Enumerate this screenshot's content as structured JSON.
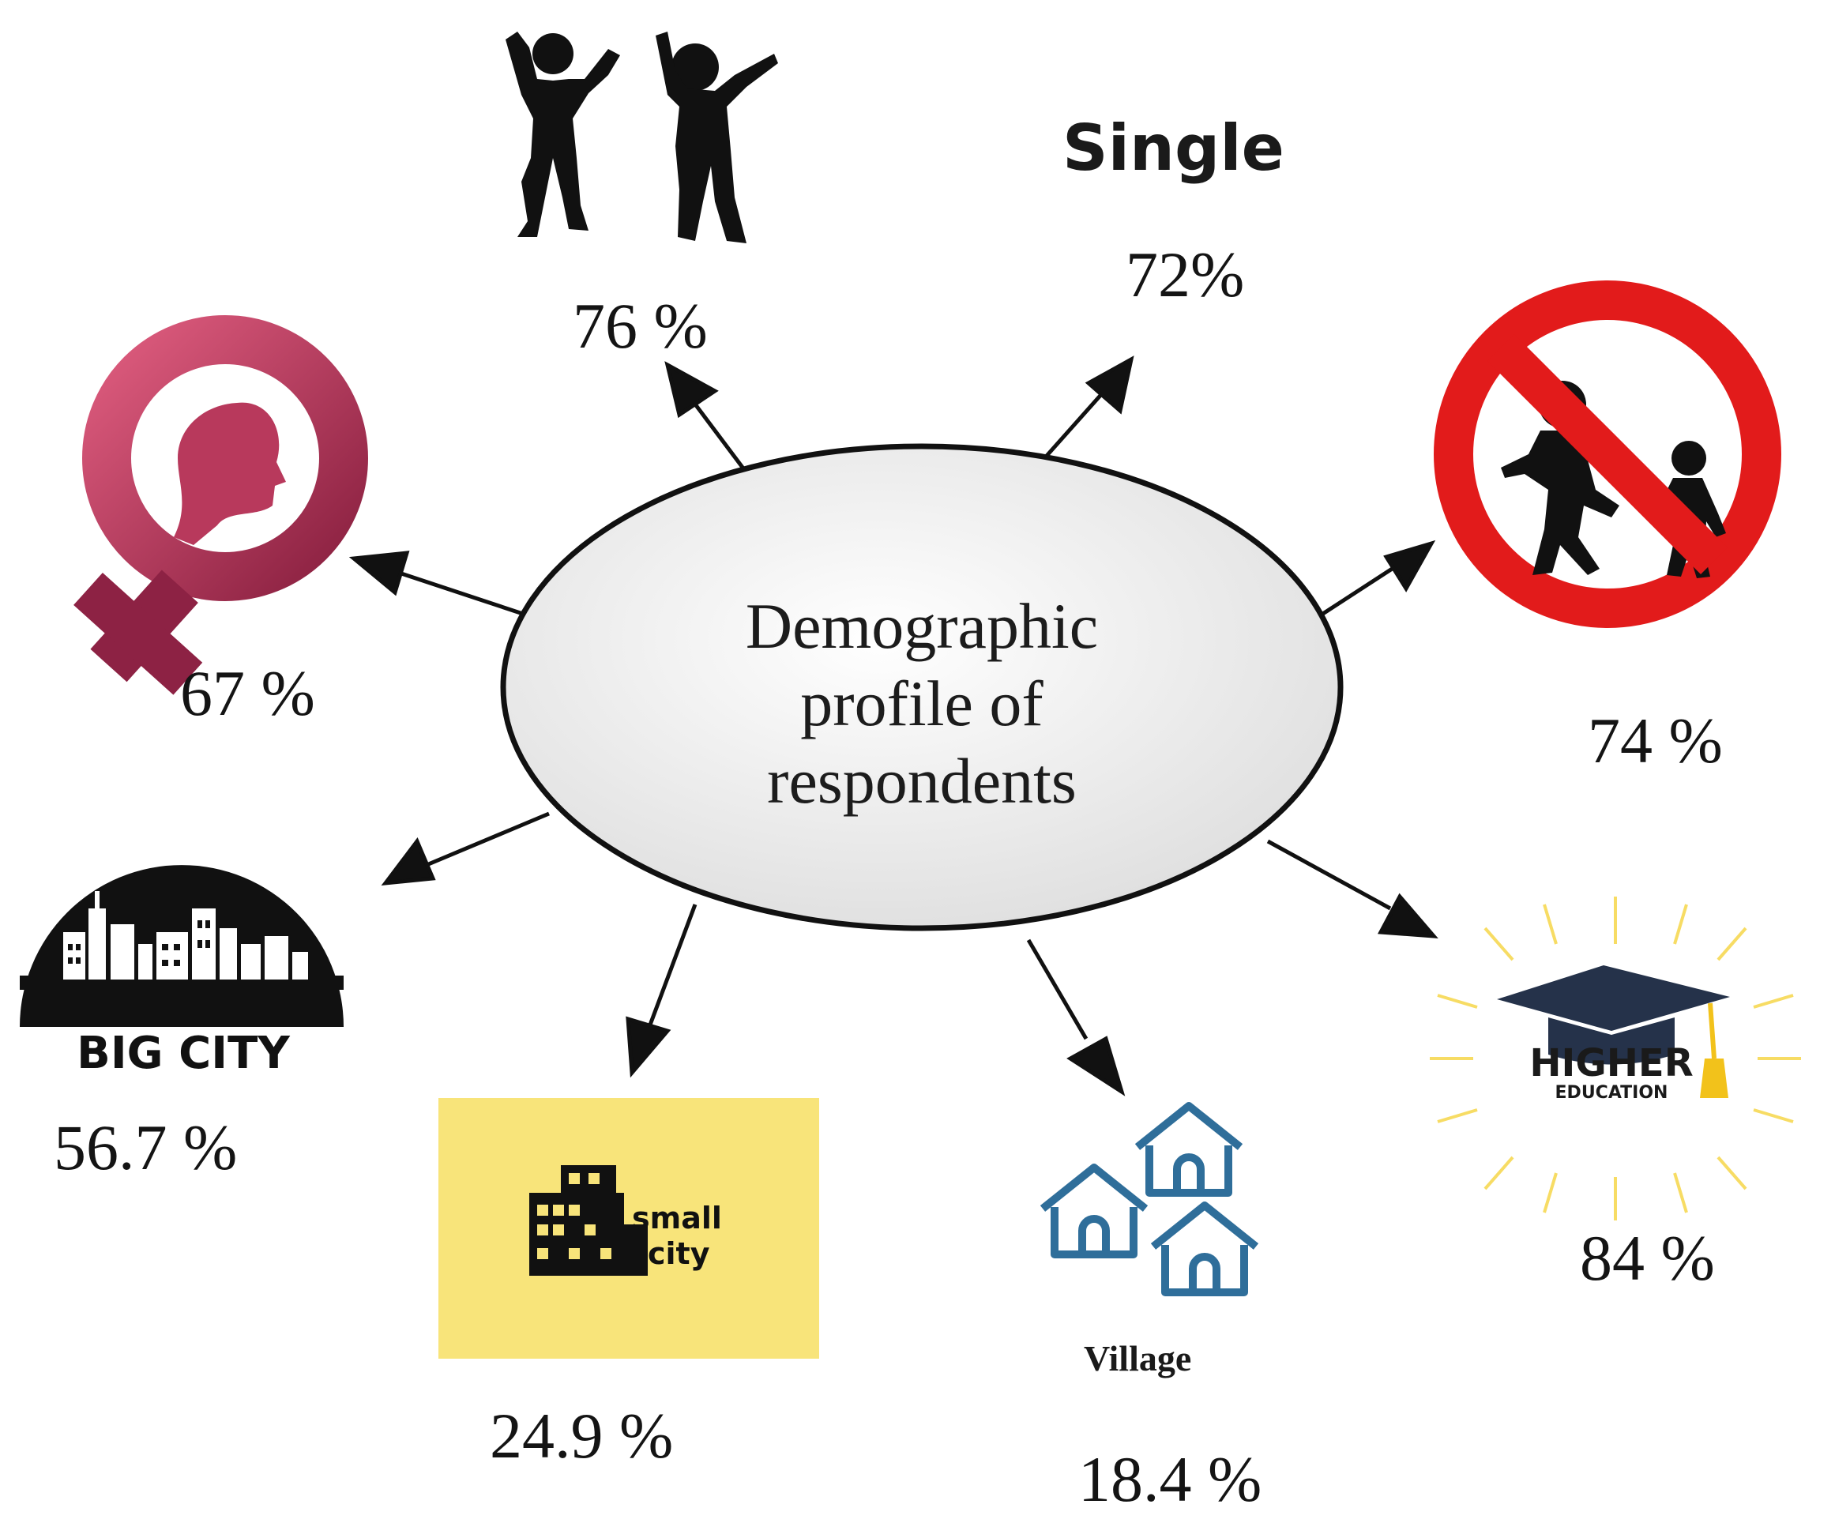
{
  "center": {
    "lines": [
      "Demographic",
      "profile of",
      "respondents"
    ]
  },
  "items": {
    "youth": {
      "value": "76 %"
    },
    "single": {
      "label": "Single",
      "value": "72%"
    },
    "female": {
      "value": "67 %"
    },
    "no_children": {
      "value": "74 %"
    },
    "big_city": {
      "label": "BIG CITY",
      "value": "56.7 %"
    },
    "small_city": {
      "label_line1": "small",
      "label_line2": "city",
      "value": "24.9 %"
    },
    "village": {
      "label": "Village",
      "value": "18.4 %"
    },
    "higher_education": {
      "label_line1": "HIGHER",
      "label_line2": "EDUCATION",
      "value": "84 %"
    }
  },
  "colors": {
    "female_sign": "#b23a5a",
    "no_sign_red": "#e21b1b",
    "small_city_bg": "#f8e47a",
    "village_house": "#2f6e9a",
    "cap": "#25324a",
    "tassel": "#f2c21b",
    "ellipse_fill": "#f1f1f1"
  }
}
